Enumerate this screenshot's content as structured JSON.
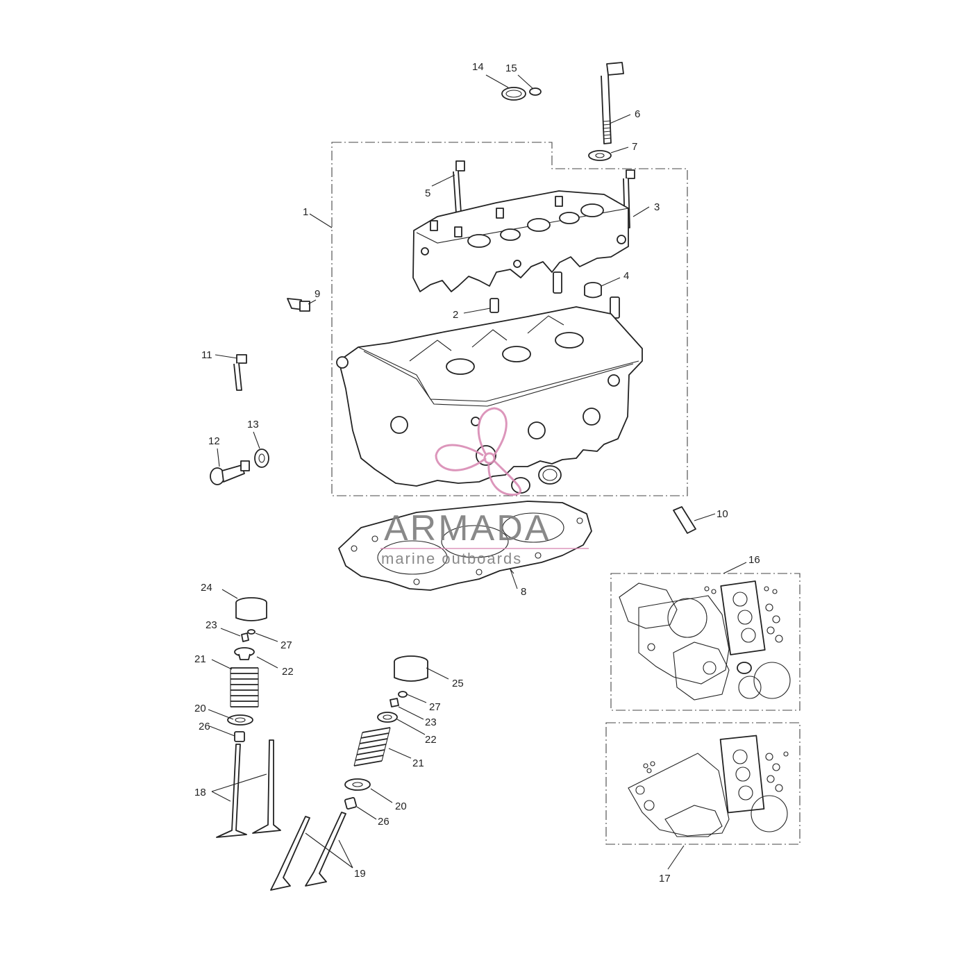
{
  "watermark": {
    "brand": "ARMADA",
    "tagline": "marine outboards",
    "accent_color": "#d98bb4",
    "text_color": "#7d7d7d"
  },
  "callouts": {
    "n1": "1",
    "n2": "2",
    "n3": "3",
    "n4": "4",
    "n5": "5",
    "n6": "6",
    "n7": "7",
    "n8": "8",
    "n9": "9",
    "n10": "10",
    "n11": "11",
    "n12": "12",
    "n13": "13",
    "n14": "14",
    "n15": "15",
    "n16": "16",
    "n17": "17",
    "n18": "18",
    "n19": "19",
    "n20": "20",
    "n21": "21",
    "n22": "22",
    "n23": "23",
    "n24": "24",
    "n25": "25",
    "n26": "26",
    "n27": "27"
  },
  "colors": {
    "line": "#222222",
    "frame": "#444444",
    "background": "#ffffff"
  }
}
